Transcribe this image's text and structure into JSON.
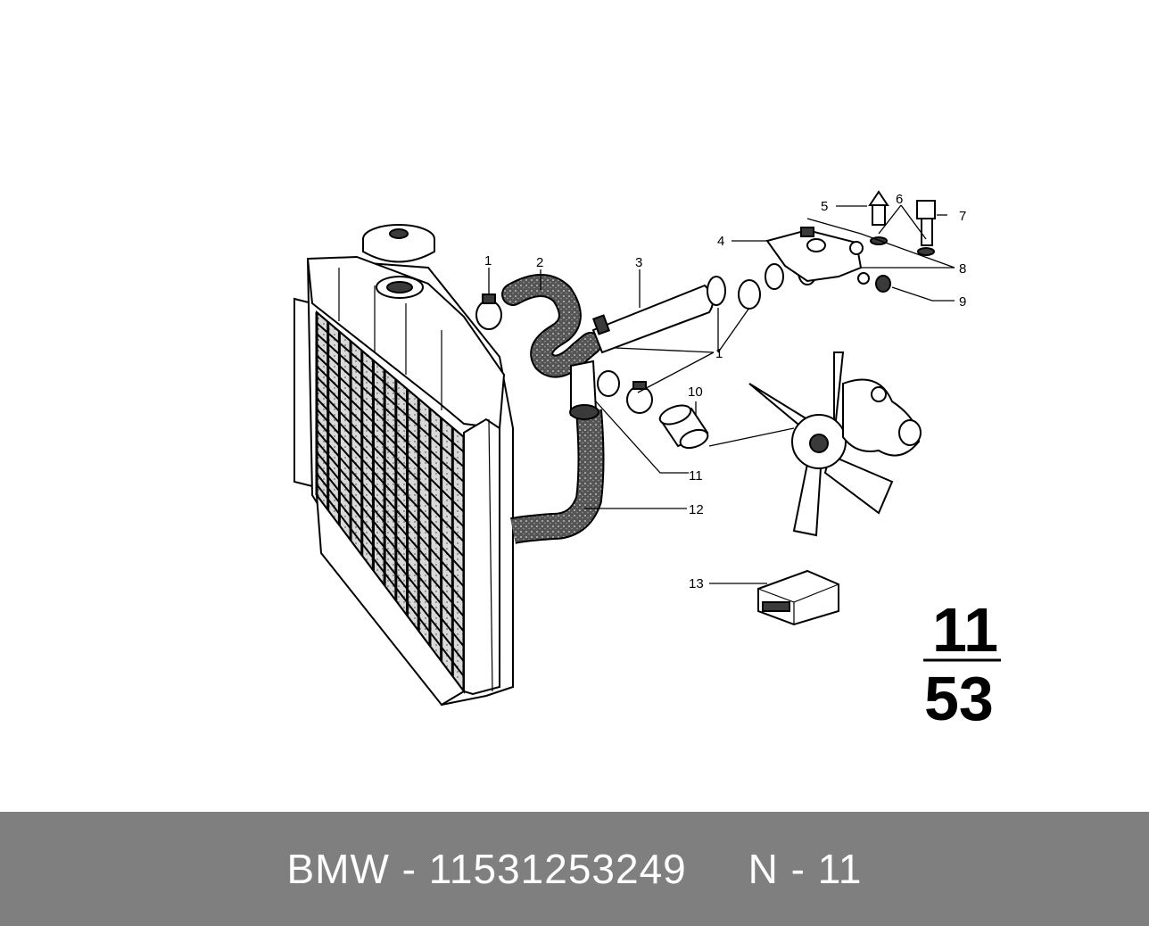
{
  "diagram": {
    "callouts": [
      "1",
      "2",
      "3",
      "4",
      "5",
      "6",
      "7",
      "8",
      "9",
      "10",
      "11",
      "12",
      "13",
      "1"
    ],
    "group": {
      "top": "11",
      "bottom": "53"
    }
  },
  "footer": {
    "caption": "BMW - 11531253249     N - 11"
  }
}
